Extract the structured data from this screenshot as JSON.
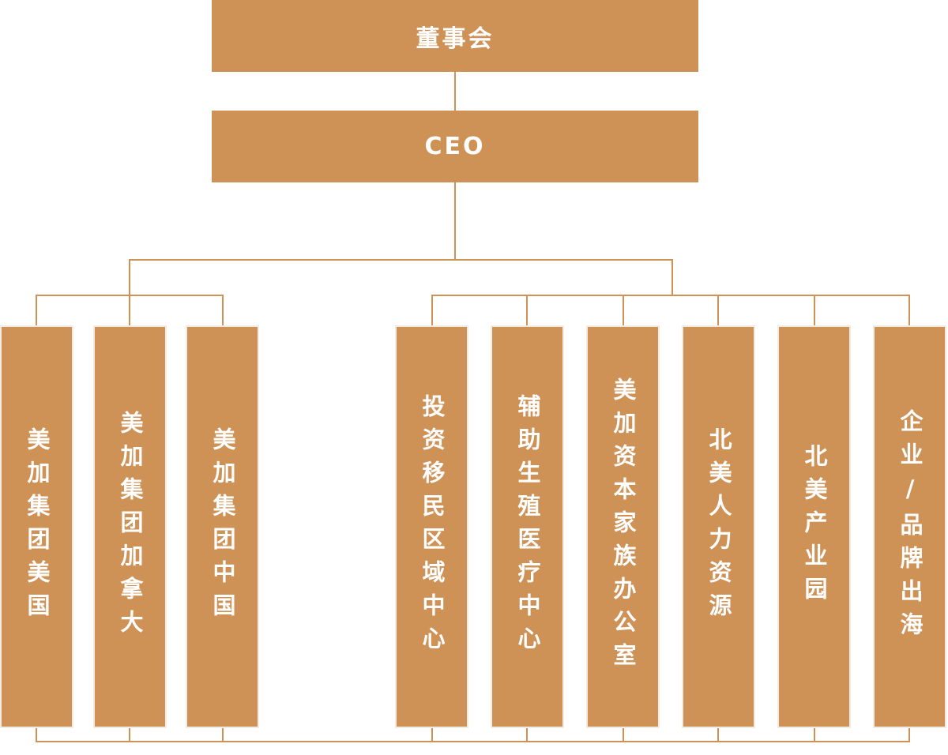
{
  "accent_color": "#CE9257",
  "nodes": {
    "board": "董事会",
    "ceo": "CEO"
  },
  "departments": [
    "美加集团美国",
    "美加集团加拿大",
    "美加集团中国",
    "投资移民区域中心",
    "辅助生殖医疗中心",
    "美加资本家族办公室",
    "北美人力资源",
    "北美产业园",
    "企业/品牌出海"
  ]
}
